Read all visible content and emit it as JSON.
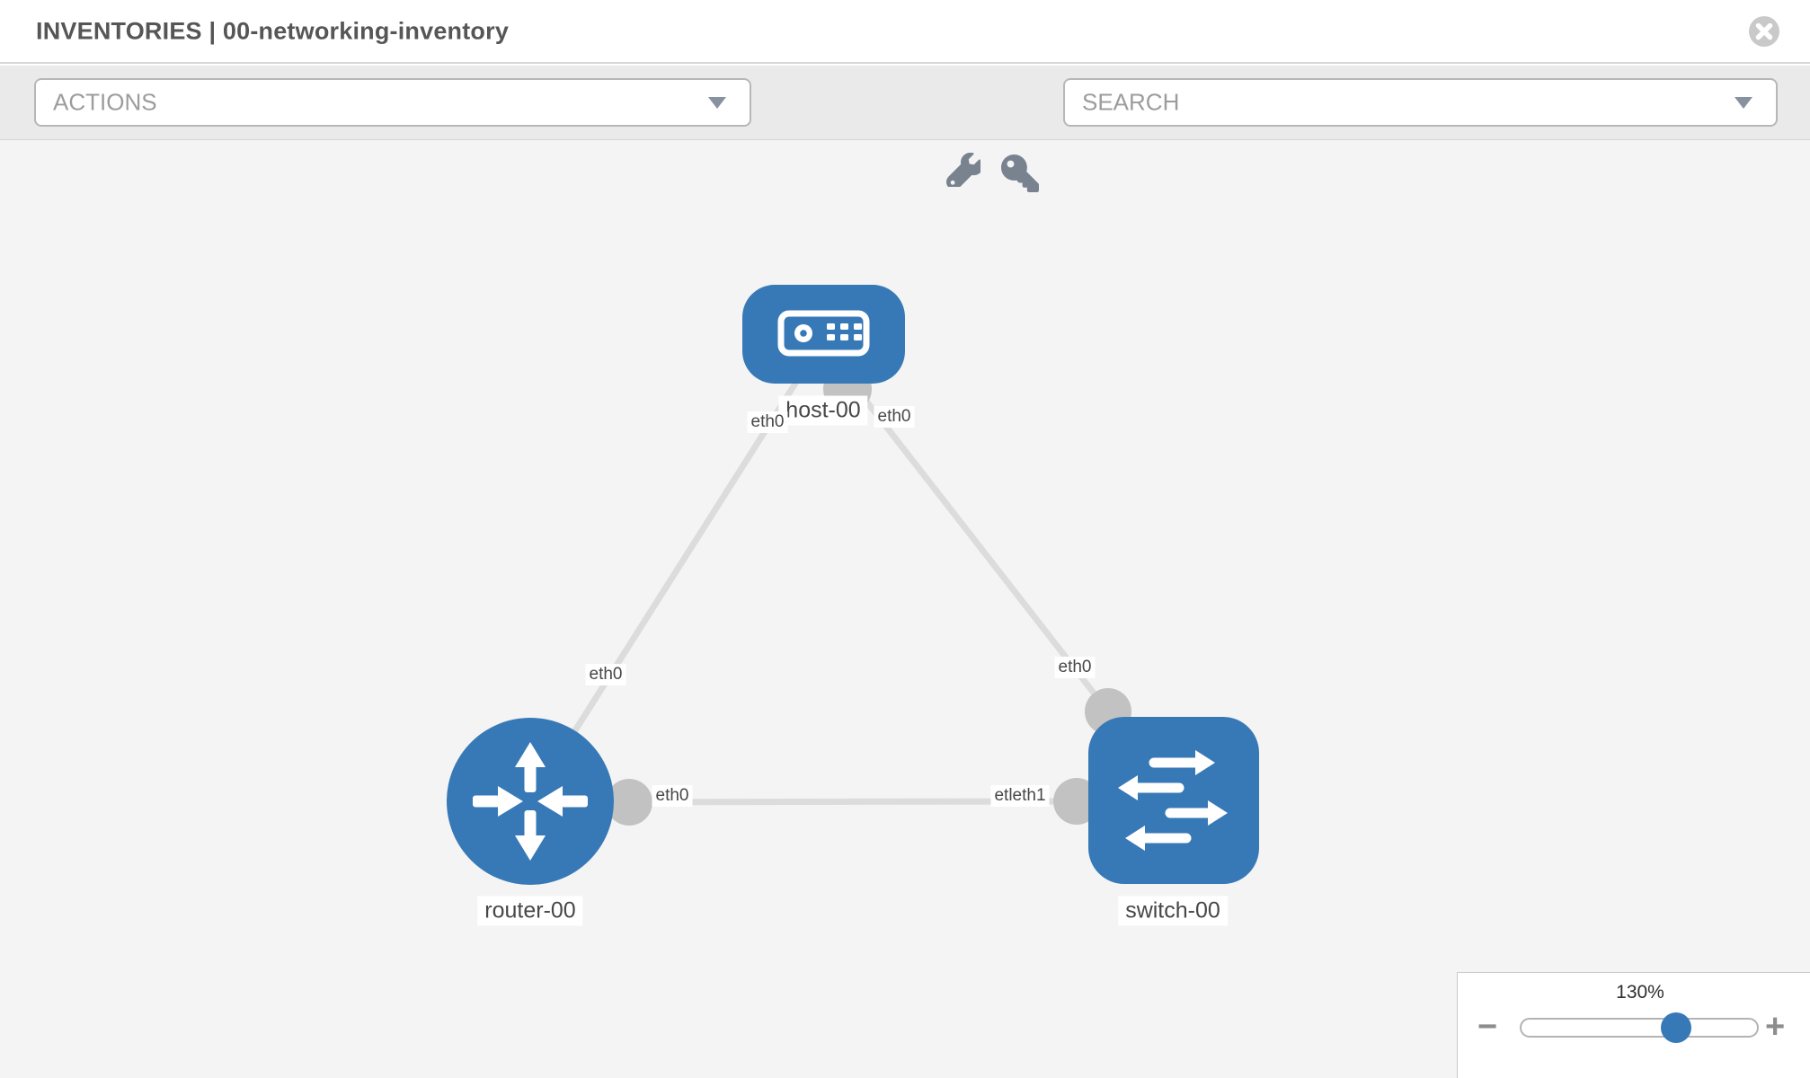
{
  "header": {
    "title": "INVENTORIES | 00-networking-inventory"
  },
  "toolbar": {
    "actions_label": "ACTIONS",
    "search_label": "SEARCH"
  },
  "topology": {
    "nodes": [
      {
        "id": "host-00",
        "type": "host",
        "label": "host-00"
      },
      {
        "id": "router-00",
        "type": "router",
        "label": "router-00"
      },
      {
        "id": "switch-00",
        "type": "switch",
        "label": "switch-00"
      }
    ],
    "links": [
      {
        "from": "host-00",
        "to": "router-00",
        "labels": {
          "from_end": "eth0",
          "to_end": "eth0"
        }
      },
      {
        "from": "host-00",
        "to": "switch-00",
        "labels": {
          "from_end": "eth0",
          "to_end": "eth0"
        }
      },
      {
        "from": "router-00",
        "to": "switch-00",
        "labels": {
          "from_end": "eth0",
          "to_end": "etleth1"
        }
      }
    ]
  },
  "zoom_control": {
    "value": "130%",
    "zoom_out": "−",
    "zoom_in": "+"
  },
  "colors": {
    "node_blue": "#3779b7",
    "link_gray": "#dcdcdc",
    "port_gray": "#c2c2c2",
    "toolbar_gray": "#eaeaea",
    "canvas_gray": "#f4f4f4"
  }
}
